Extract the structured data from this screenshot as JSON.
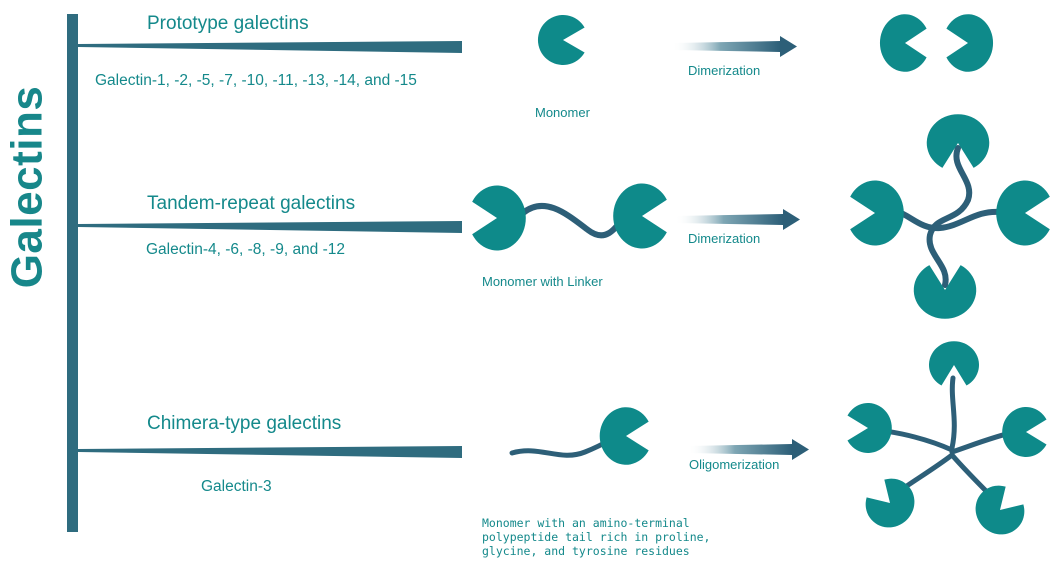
{
  "title": "Galectins",
  "colors": {
    "teal": "#0e8a8a",
    "linker": "#2d5f78",
    "trunk": "#2f6c7f"
  },
  "categories": [
    {
      "name": "Prototype galectins",
      "members": "Galectin-1, -2, -5, -7, -10, -11, -13, -14, and -15",
      "monomer_label": "Monomer",
      "process": "Dimerization"
    },
    {
      "name": "Tandem-repeat galectins",
      "members": "Galectin-4, -6, -8, -9, and -12",
      "monomer_label": "Monomer with Linker",
      "process": "Dimerization"
    },
    {
      "name": "Chimera-type galectins",
      "members": "Galectin-3",
      "monomer_label": "Monomer with an amino-terminal polypeptide tail rich in proline, glycine, and tyrosine residues",
      "process": "Oligomerization"
    }
  ]
}
